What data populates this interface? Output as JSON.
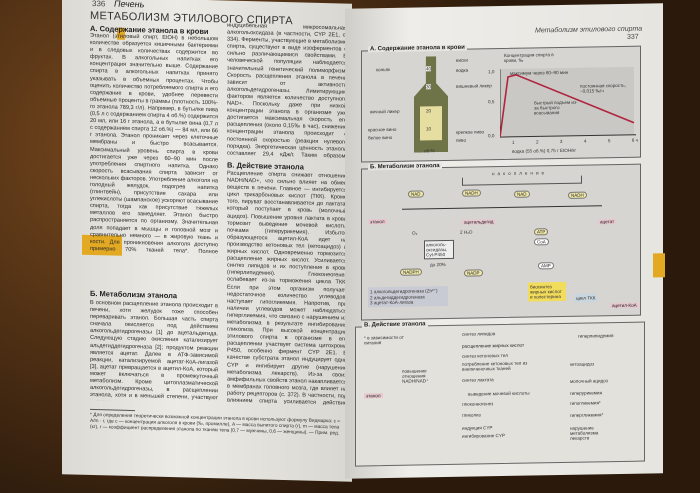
{
  "left_page": {
    "page_number": "336",
    "running_head": "Печень",
    "title": "МЕТАБОЛИЗМ ЭТИЛОВОГО СПИРТА",
    "section_a_heading": "А. Содержание этанола в крови",
    "section_a_text": "Этанол (этиловый спирт, EtOH) в небольшом количестве образуется кишечными бактериями и в следовых количествах содержится во фруктах. В алкогольных напитках его концентрация значительно выше. Содержание спирта в алкогольных напитках принято указывать в объемных процентах. Чтобы оценить количество потребляемого спирта и его содержание в крови, удобнее перевести объемные проценты в граммы (плотность 100%-го этанола 789,3 г/л). Например, в бутылке пива (0,5 л с содержанием спирта 4 об.%) содержится 20 мл, или 16 г этанола, а в бутылке вина (0,7 л с содержанием спирта 12 об.%) — 84 мл, или 66 г этанола. Этанол проникает через клеточные мембраны и быстро всасывается. Максимальный уровень спирта в крови достигается уже через 60–90 мин после употребления спиртного напитка. Однако скорость всасывания спирта зависит от нескольких факторов. Употребление алкоголя на голодный желудок, подогрев напитка (глинтвейн), присутствие сахара или углекислоты (шампанское) ускоряют всасывание спирта, тогда как присутствие тяжелых металлов его замедляет. Этанол быстро распространяется по организму. Значительная доля попадает в мышцы и головной мозг и сравнительно немного — в жировую ткань и кости. Для проникновения алкоголя доступно примерно 70% тканей тела*. Полное всасывание спирта, содержащегося в одной бутылке пива (16 г), у человека массой 70 кг при распределении по 70% тела (70 × 70/100 = 49 кг) приводит к содержанию спирта в крови 0,33 промилле, или 7,2 мМ. Летальная концентрация спирта составляет ~ 3,5‰ (76 мМ).",
    "section_b_heading": "Б. Метаболизм этанола",
    "section_b_text": "В основном расщепление этанола происходит в печени, хотя желудок тоже способен переваривать этанол. Большая часть спирта сначала окисляется под действием алкогольдегидрогеназы [1] до ацетальдегида. Следующую стадию окисления катализирует альдегиддегидрогеназа [2]; продуктом реакции является ацетат. Далее в АТФ-зависимой реакции, катализируемой ацетат-КоА-лигазой [3], ацетат превращается в ацетил-КоА, который может включаться в промежуточный метаболизм. Кроме цитоплазматической алкогольдегидрогеназы, в расщеплении этанола, хотя и в меньшей степени, участвуют каталаза и",
    "col2_text_top": "индуцибельная микросомальная алкогольоксидаза (в частности, CYP 2E1, с. 334). Ферменты, участвующие в метаболизме спирта, существуют в виде изоферментов с сильно различающимися свойствами. В человеческой популяции наблюдается значительный генетический полиморфизм. Скорость расщепления этанола в печени зависит от активности алкогольдегидрогеназы. Лимитирующим фактором является количество доступного NAD+. Поскольку даже при низкой концентрации этанола в организме уже достигается максимальная скорость его расщепления (около 0,15‰ в час), снижение концентрации этанола происходит с постоянной скоростью (реакция нулевого порядка). Энергетическая ценность этанола составляет 29,4 кДж/г. Таким образом, алкогольные напитки могут вносить значительный вклад в обеспечение энергетических ресурсов организма (особенно при алкоголизме).",
    "section_c_heading": "В. Действие этанола",
    "section_c_text": "Расщепление спирта снижает отношение NADH/NAD+, что сильно влияет на обмен веществ в печени. Главное — ингибируется цикл трикарбоновых кислот (ТКК). Кроме того, пируват восстанавливается до лактата, который поступает в кровь (молочный ацидоз). Повышение уровня лактата в крови тормозит выведение мочевой кислоты почками (гиперурикемия). Избыток образующегося ацетил-КоА идет на производство кетоновых тел (кетоацидоз) и жирных кислот. Одновременно тормозится расщепление жирных кислот. Усиливается синтез липидов и их поступление в кровь (гиперлипидемия). Глюконеогенез ослабевает из-за торможения цикла ТКК. Если при этом организм получает недостаточное количество углеводов, наступает гипогликемия. Напротив, при наличии углеводов может наблюдаться гипергликемия, что связано с нарушением их метаболизма в результате ингибирования гликолиза. При высокой концентрации этилового спирта в организме в его расщеплении участвует система цитохрома P450, особенно фермент CYP 2E1. В качестве субстрата этанол индуцирует одни CYP и ингибирует другие (нарушение метаболизма лекарств). Из-за своих амфифильных свойств этанол накапливается в мембранах головного мозга, где влияет на работу рецепторов (с. 372). В частности, под влиянием спирта усиливается действие тормозного медиатора γ-аминомасляной кислоты (ГАМК) и ослабевает действие возбуждающего медиатора глутамата.",
    "footnote": "* Для определения теоретически возможной концентрации этанола в крови используют формулу Видмарка: c = A/m · r, где c — концентрация алкоголя в крови (‰, промилле), A — масса выпитого спирта (г), m — масса тела (кг), r — коэффициент распределения этанола по тканям тела (0,7 — мужчины, 0,6 — женщины). — Прим. ред."
  },
  "right_page": {
    "page_number": "337",
    "running_head": "Метаболизм этилового спирта",
    "fig_a": {
      "title": "А. Содержание этанола в крови",
      "bottle_labels_left": [
        "коньяк",
        "яичный ликер",
        "красное вино",
        "белое вино"
      ],
      "bottle_labels_right": [
        "виски",
        "водка",
        "вишневый ликер",
        "крепкое пиво",
        "пиво"
      ],
      "scale_marks": [
        "40",
        "30",
        "20",
        "10"
      ],
      "bottle_axis": "об.%",
      "chart_ylabel": "Концентрация спирта в крови, ‰",
      "chart_yticks": [
        "1,0",
        "0,5",
        "0,0"
      ],
      "chart_xticks": [
        "1",
        "2",
        "3",
        "4",
        "5",
        "6 ч"
      ],
      "chart_xlabel": "водка (55 об.%) 0,75 г EtOH/кг",
      "ann_max": "максимум через 60–90 мин",
      "ann_rate": "постоянная скорость, ~0,015 ‰/ч",
      "ann_rise": "быстрый подъем из-за быстрого всасывания"
    },
    "fig_b": {
      "title": "Б. Метаболизм этанола",
      "accumulation": "накопление",
      "nodes": [
        "этанол",
        "ацетальдегид",
        "ацетат",
        "ацетил-КоА"
      ],
      "cofactors": [
        "NAD",
        "NADH",
        "NAD",
        "NADH",
        "ATP",
        "CoA",
        "AMP",
        "NADPH",
        "NADP"
      ],
      "o2": "O₂",
      "water": "2 H₂O",
      "oxidase": "алкоголь-оксидазы, Cyt-P450",
      "oxidase_share": "до 20%",
      "legend": [
        "1 алкогольдегидрогеназа (Zn²⁺)",
        "2 альдегиддегидрогеназа",
        "3 ацетат-КоА-лигаза"
      ],
      "biosynthesis": "биосинтез жирных кислот и холестерина",
      "tca": "цикл ТКК"
    },
    "fig_c": {
      "title": "В. Действие этанола",
      "note": "* в зависимости от питания",
      "ethanol": "этанол",
      "ratio": "повышение отношения NADH/NAD⁺",
      "rows": [
        {
          "cause": "синтез липидов",
          "effect": "гиперлипидемия"
        },
        {
          "cause": "расщепление жирных кислот",
          "effect": ""
        },
        {
          "cause": "синтез кетоновых тел",
          "effect": ""
        },
        {
          "cause": "потребление кетоновых тел из внепеченочных тканей",
          "effect": "кетоацидоз"
        },
        {
          "cause": "синтез лактата",
          "effect": "молочный ацидоз"
        },
        {
          "cause": "выведение мочевой кислоты",
          "effect": "гиперурикемия"
        },
        {
          "cause": "глюконеогенез",
          "effect": "гипогликемия*"
        },
        {
          "cause": "гликолиз",
          "effect": "гипергликемия*"
        },
        {
          "cause": "индукция CYP",
          "effect": ""
        },
        {
          "cause": "ингибирование CYP",
          "effect": "нарушение метаболизма лекарств"
        }
      ]
    }
  }
}
